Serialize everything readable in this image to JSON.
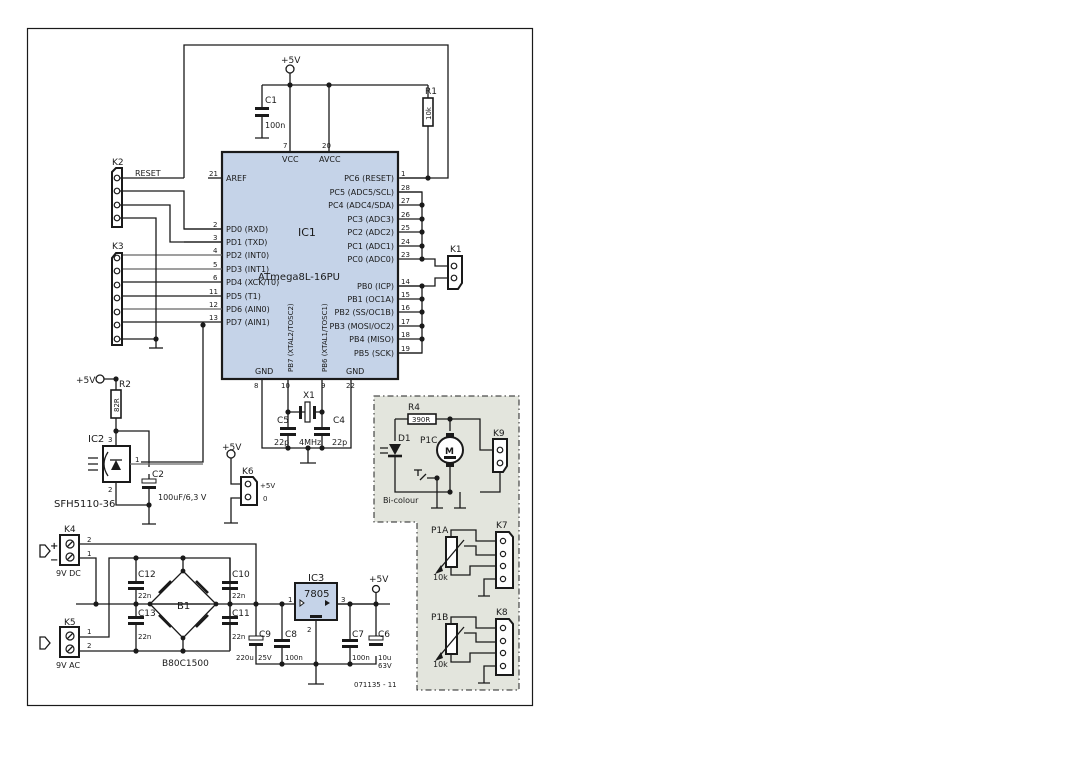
{
  "figure_id": "071135 - 11",
  "supply": {
    "label": "+5V"
  },
  "ic1": {
    "ref": "IC1",
    "part": "ATmega8L-16PU",
    "top_pins": [
      {
        "num": "7",
        "name": "VCC"
      },
      {
        "num": "20",
        "name": "AVCC"
      }
    ],
    "bottom_pins": [
      {
        "num": "8",
        "name": "GND"
      },
      {
        "num": "10",
        "name": "PB7 (XTAL2/TOSC2)"
      },
      {
        "num": "9",
        "name": "PB6 (XTAL1/TOSC1)"
      },
      {
        "num": "22",
        "name": "GND"
      }
    ],
    "left_pins": [
      {
        "num": "21",
        "name": "AREF"
      },
      {
        "num": "2",
        "name": "PD0 (RXD)"
      },
      {
        "num": "3",
        "name": "PD1 (TXD)"
      },
      {
        "num": "4",
        "name": "PD2 (INT0)"
      },
      {
        "num": "5",
        "name": "PD3 (INT1)"
      },
      {
        "num": "6",
        "name": "PD4 (XCK/T0)"
      },
      {
        "num": "11",
        "name": "PD5 (T1)"
      },
      {
        "num": "12",
        "name": "PD6 (AIN0)"
      },
      {
        "num": "13",
        "name": "PD7 (AIN1)"
      }
    ],
    "right_pins": [
      {
        "num": "1",
        "name": "PC6 (RESET)"
      },
      {
        "num": "28",
        "name": "PC5 (ADC5/SCL)"
      },
      {
        "num": "27",
        "name": "PC4 (ADC4/SDA)"
      },
      {
        "num": "26",
        "name": "PC3 (ADC3)"
      },
      {
        "num": "25",
        "name": "PC2 (ADC2)"
      },
      {
        "num": "24",
        "name": "PC1 (ADC1)"
      },
      {
        "num": "23",
        "name": "PC0 (ADC0)"
      },
      {
        "num": "14",
        "name": "PB0 (ICP)"
      },
      {
        "num": "15",
        "name": "PB1 (OC1A)"
      },
      {
        "num": "16",
        "name": "PB2 (SS/OC1B)"
      },
      {
        "num": "17",
        "name": "PB3 (MOSI/OC2)"
      },
      {
        "num": "18",
        "name": "PB4 (MISO)"
      },
      {
        "num": "19",
        "name": "PB5 (SCK)"
      }
    ]
  },
  "components": {
    "c1": {
      "ref": "C1",
      "value": "100n"
    },
    "r1": {
      "ref": "R1",
      "value": "10k"
    },
    "r2": {
      "ref": "R2",
      "value": "82R"
    },
    "r4": {
      "ref": "R4",
      "value": "390R"
    },
    "c2": {
      "ref": "C2",
      "value": "100uF/6,3 V"
    },
    "c4": {
      "ref": "C4",
      "value": "22p"
    },
    "c5": {
      "ref": "C5",
      "value": "22p"
    },
    "x1": {
      "ref": "X1",
      "value": "4MHz"
    },
    "ic2": {
      "ref": "IC2",
      "part": "SFH5110-36",
      "pin1": "1",
      "pin2": "2",
      "pin3": "3"
    },
    "ic3": {
      "ref": "IC3",
      "part": "7805",
      "pin1": "1",
      "pin2": "2",
      "pin3": "3"
    },
    "b1": {
      "ref": "B1",
      "part": "B80C1500"
    },
    "c6": {
      "ref": "C6",
      "value": "10u",
      "value2": "63V"
    },
    "c7": {
      "ref": "C7",
      "value": "100n"
    },
    "c8": {
      "ref": "C8",
      "value": "100n"
    },
    "c9": {
      "ref": "C9",
      "value": "220u",
      "value2": "25V"
    },
    "c10": {
      "ref": "C10",
      "value": "22n"
    },
    "c11": {
      "ref": "C11",
      "value": "22n"
    },
    "c12": {
      "ref": "C12",
      "value": "22n"
    },
    "c13": {
      "ref": "C13",
      "value": "22n"
    },
    "d1": {
      "ref": "D1",
      "note": "Bi-colour"
    },
    "p1a": {
      "ref": "P1A",
      "value": "10k"
    },
    "p1b": {
      "ref": "P1B",
      "value": "10k"
    },
    "p1c": {
      "ref": "P1C",
      "motor": "M"
    }
  },
  "connectors": {
    "k1": {
      "ref": "K1"
    },
    "k2": {
      "ref": "K2",
      "label": "RESET"
    },
    "k3": {
      "ref": "K3"
    },
    "k4": {
      "ref": "K4",
      "label": "9V DC",
      "pin1": "1",
      "pin2": "2",
      "plus": "+",
      "minus": "−"
    },
    "k5": {
      "ref": "K5",
      "label": "9V AC",
      "pin1": "1",
      "pin2": "2"
    },
    "k6": {
      "ref": "K6",
      "pin_plus": "+5V",
      "pin_zero": "0"
    },
    "k7": {
      "ref": "K7"
    },
    "k8": {
      "ref": "K8"
    },
    "k9": {
      "ref": "K9"
    }
  },
  "colors": {
    "ic_fill": "#c5d3e8",
    "module_fill": "#e3e5dd",
    "wire": "#1a1a1a"
  }
}
